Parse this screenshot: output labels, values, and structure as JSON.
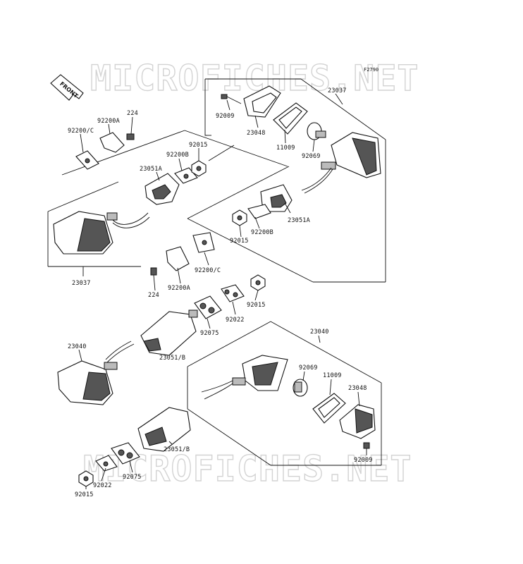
{
  "figure_code": "F2790",
  "watermark": "MICROFICHES.NET",
  "front_label": "FRONT",
  "parts": {
    "p23037_top": "23037",
    "p92009_top": "92009",
    "p23048_top": "23048",
    "p11009_top": "11009",
    "p92069_top": "92069",
    "p23051A_right": "23051A",
    "p92200B_right": "92200B",
    "p92015_right": "92015",
    "p92200C_left": "92200/C",
    "p92200A_left": "92200A",
    "p224_left": "224",
    "p92200B_left": "92200B",
    "p92015_left": "92015",
    "p23051A_left": "23051A",
    "p23037_left": "23037",
    "p92200C_mid": "92200/C",
    "p224_mid": "224",
    "p92200A_mid": "92200A",
    "p92015_mid": "92015",
    "p92022_mid": "92022",
    "p92075_mid": "92075",
    "p23051B_mid": "23051/B",
    "p23040_left": "23040",
    "p23040_right": "23040",
    "p92069_bot": "92069",
    "p11009_bot": "11009",
    "p23048_bot": "23048",
    "p92009_bot": "92009",
    "p23051B_bot": "23051/B",
    "p92022_bot": "92022",
    "p92075_bot": "92075",
    "p92015_bot": "92015"
  }
}
